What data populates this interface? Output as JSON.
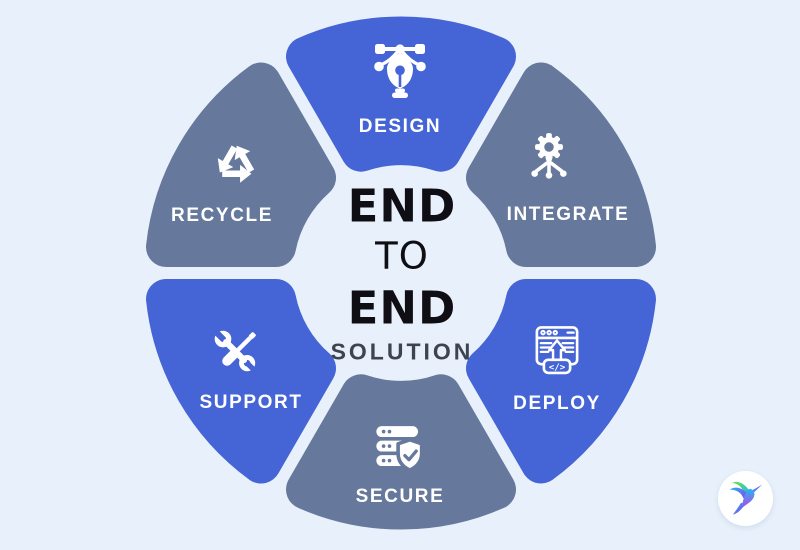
{
  "background": "#e8f1fb",
  "colors": {
    "blue": "#4564d6",
    "gray": "#66789B",
    "heading": "#0e0e14",
    "subheading": "#3d4450",
    "white": "#ffffff",
    "logo_green": "#6EE24A",
    "logo_blue": "#27B5F0",
    "logo_purple": "#8A3FF0",
    "logo_magenta": "#C13BE8"
  },
  "center": {
    "line1": "END",
    "line2": "TO",
    "line3": "END",
    "line4": "SOLUTION"
  },
  "segments": [
    {
      "id": "design",
      "label": "DESIGN",
      "color": "blue",
      "angle": 0,
      "icon": "pen-tool-icon"
    },
    {
      "id": "integrate",
      "label": "INTEGRATE",
      "color": "gray",
      "angle": 60,
      "icon": "gear-network-icon"
    },
    {
      "id": "deploy",
      "label": "DEPLOY",
      "color": "blue",
      "angle": 120,
      "icon": "browser-upload-code-icon",
      "icon_text": "</>"
    },
    {
      "id": "secure",
      "label": "SECURE",
      "color": "gray",
      "angle": 180,
      "icon": "server-shield-check-icon"
    },
    {
      "id": "support",
      "label": "SUPPORT",
      "color": "blue",
      "angle": 240,
      "icon": "wrench-screwdriver-icon"
    },
    {
      "id": "recycle",
      "label": "RECYCLE",
      "color": "gray",
      "angle": 300,
      "icon": "recycle-arrows-icon"
    }
  ],
  "logo": {
    "name": "hummingbird-logo"
  }
}
